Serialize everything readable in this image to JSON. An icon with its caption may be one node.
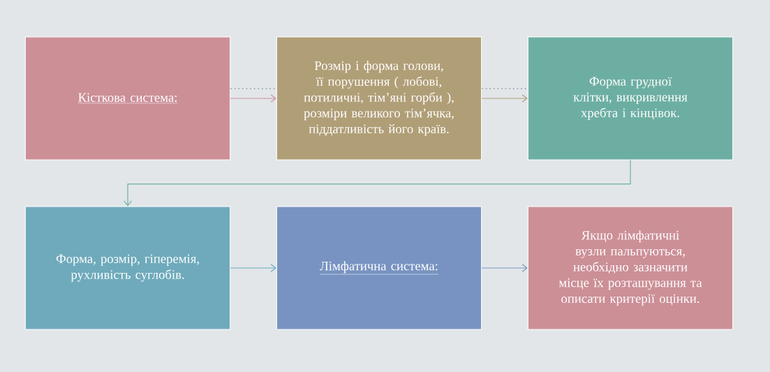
{
  "diagram": {
    "nodes": [
      {
        "text": [
          "Кісткова система:"
        ]
      },
      {
        "text": [
          "Розмір і форма голови, її порушення ( лобові, потиличні, тім’яні горби ), розміри великого тім’ячка, піддатливість його країв."
        ]
      },
      {
        "text": [
          "Форма грудної клітки, викривлення хребта і кінцівок."
        ]
      },
      {
        "text": [
          "Форма, розмір, гіперемія, рухливість суглобів."
        ]
      },
      {
        "text": [
          "Лімфатична система:"
        ]
      },
      {
        "text": [
          "Якщо лімфатичні вузли пальпуються, необхідно зазначити місце їх розташування та описати критерії оцінки."
        ]
      }
    ],
    "edges": [
      {
        "from": 0,
        "to": 1,
        "arrow": "to",
        "color": "#cc8f96"
      },
      {
        "from": 1,
        "to": 2,
        "arrow": "to",
        "color": "#b09e77"
      },
      {
        "from": 2,
        "to": 3,
        "arrow": "to",
        "color": "#6daea2"
      },
      {
        "from": 3,
        "to": 4,
        "arrow": "to",
        "color": "#6eaabb"
      },
      {
        "from": 4,
        "to": 5,
        "arrow": "to",
        "color": "#7893c1"
      },
      {
        "from": 0,
        "to": 1,
        "arrow": "none",
        "style": "dashed",
        "color": "#a0acb0"
      },
      {
        "from": 1,
        "to": 2,
        "arrow": "none",
        "style": "dashed",
        "color": "#a0acb0"
      }
    ]
  }
}
